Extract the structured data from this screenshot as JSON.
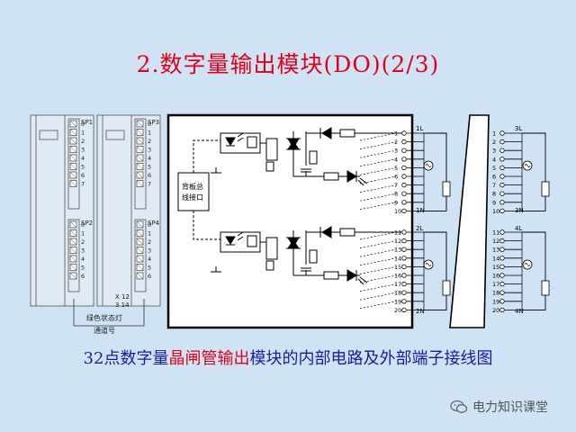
{
  "title": "2.数字量输出模块(DO)(2/3)",
  "caption": {
    "part1": "32点数字量",
    "highlight": "晶闸管输出",
    "part2": "模块的内部电路及外部端子接线图"
  },
  "watermark": "电力知识课堂",
  "left_module": {
    "sp_labels": [
      "SP1",
      "SP2",
      "SP3",
      "SP4"
    ],
    "channel_numbers": [
      "0",
      "1",
      "2",
      "3",
      "4",
      "5",
      "6",
      "7"
    ],
    "labels_bottom": [
      "X 12",
      "3 14"
    ],
    "legend_led": "绿色状态灯",
    "legend_channel": "通道号"
  },
  "internal_circuit": {
    "bus_interface": [
      "背板总",
      "线接口"
    ]
  },
  "terminal_block_1": {
    "top_numbers": [
      "1",
      "2",
      "3",
      "4",
      "5",
      "6",
      "7",
      "8",
      "9",
      "10"
    ],
    "bottom_numbers": [
      "11",
      "12",
      "13",
      "14",
      "15",
      "16",
      "17",
      "18",
      "19",
      "20"
    ],
    "top_common": "1L",
    "top_neutral": "1N",
    "bottom_common": "2L",
    "bottom_neutral": "2N"
  },
  "terminal_block_2": {
    "top_numbers": [
      "1",
      "2",
      "3",
      "4",
      "5",
      "6",
      "7",
      "8",
      "9",
      "10"
    ],
    "bottom_numbers": [
      "11",
      "12",
      "13",
      "14",
      "15",
      "16",
      "17",
      "18",
      "19",
      "20"
    ],
    "top_common": "3L",
    "top_neutral": "3N",
    "bottom_common": "4L",
    "bottom_neutral": "4N"
  },
  "colors": {
    "title": "#e0001b",
    "caption": "#1a1aa6",
    "background": "#cfe3f5",
    "line": "#000000"
  }
}
